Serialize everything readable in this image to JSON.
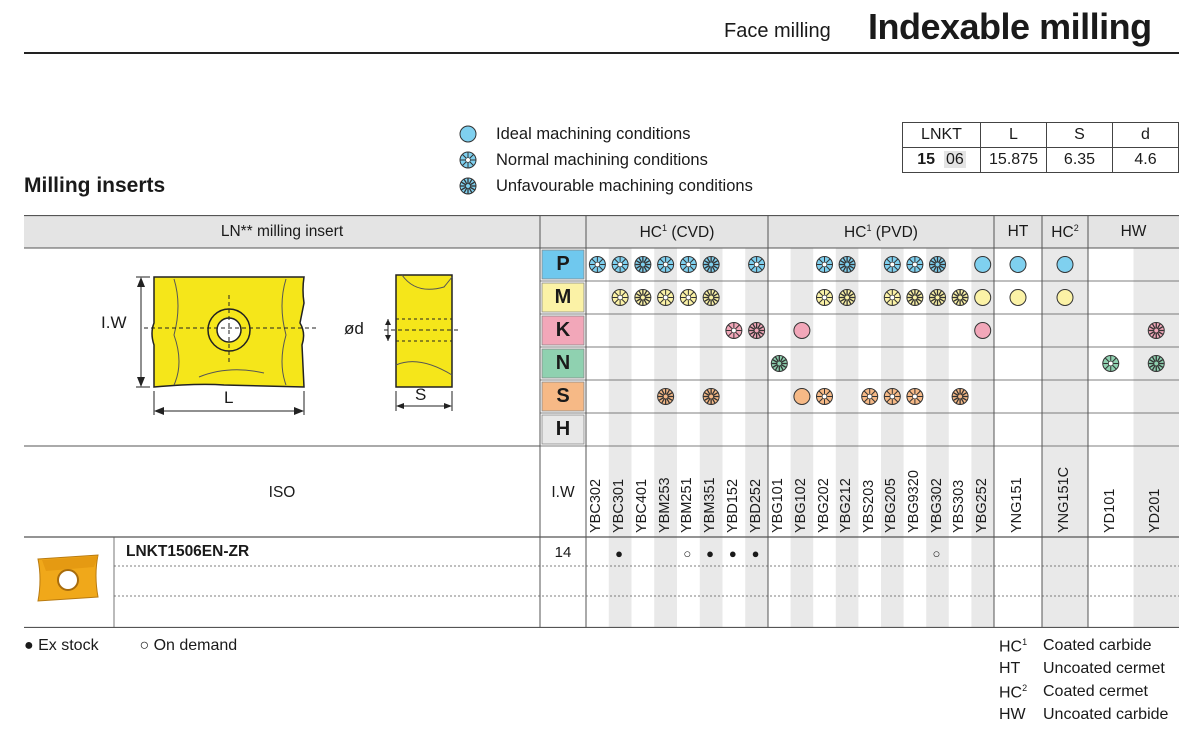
{
  "header": {
    "subtitle": "Face milling",
    "title": "Indexable milling"
  },
  "section_title": "Milling inserts",
  "legend": [
    {
      "icon": "ideal-circle-icon",
      "label": "Ideal machining conditions",
      "color": "#7fd0ef"
    },
    {
      "icon": "normal-flower-icon",
      "label": "Normal machining conditions",
      "color": "#7fd0ef"
    },
    {
      "icon": "unfavourable-flower-icon",
      "label": "Unfavourable machining conditions",
      "color": "#7fd0ef"
    }
  ],
  "dimension_table": {
    "headers": [
      "LNKT",
      "L",
      "S",
      "d"
    ],
    "size_bold": "15",
    "size_rest": "06",
    "values": [
      "15.875",
      "6.35",
      "4.6"
    ]
  },
  "insert_header": "LN** milling insert",
  "drawing_labels": {
    "iw": "I.W",
    "l": "L",
    "d": "ød",
    "s": "S"
  },
  "groups": [
    {
      "label": "HC",
      "sup": "1",
      "rest": " (CVD)"
    },
    {
      "label": "HC",
      "sup": "1",
      "rest": " (PVD)"
    },
    {
      "label": "HT",
      "sup": "",
      "rest": ""
    },
    {
      "label": "HC",
      "sup": "2",
      "rest": ""
    },
    {
      "label": "HW",
      "sup": "",
      "rest": ""
    }
  ],
  "materials": [
    {
      "letter": "P",
      "color": "#6fc8ee"
    },
    {
      "letter": "M",
      "color": "#fbf2a6"
    },
    {
      "letter": "K",
      "color": "#f2a7b9"
    },
    {
      "letter": "N",
      "color": "#8fd1b0"
    },
    {
      "letter": "S",
      "color": "#f6b986"
    },
    {
      "letter": "H",
      "color": "#e8e8e8"
    }
  ],
  "grades": [
    "YBC302",
    "YBC301",
    "YBC401",
    "YBM253",
    "YBM251",
    "YBM351",
    "YBD152",
    "YBD252",
    "YBG101",
    "YBG102",
    "YBG202",
    "YBG212",
    "YBS203",
    "YBG205",
    "YBG9320",
    "YBG302",
    "YBS303",
    "YBG252",
    "YNG151",
    "YNG151C",
    "YD101",
    "YD201"
  ],
  "suitability": {
    "P": [
      "n",
      "n",
      "u",
      "n",
      "n",
      "u",
      "",
      "n",
      "",
      "",
      "n",
      "u",
      "",
      "n",
      "n",
      "u",
      "",
      "i",
      "i",
      "i",
      "",
      ""
    ],
    "M": [
      "",
      "n",
      "u",
      "n",
      "n",
      "u",
      "",
      "",
      "",
      "",
      "n",
      "u",
      "",
      "n",
      "u",
      "u",
      "u",
      "i",
      "i",
      "i",
      "",
      ""
    ],
    "K": [
      "",
      "",
      "",
      "",
      "",
      "",
      "n",
      "u",
      "",
      "i",
      "",
      "",
      "",
      "",
      "",
      "",
      "",
      "i",
      "",
      "",
      "",
      "u"
    ],
    "N": [
      "",
      "",
      "",
      "",
      "",
      "",
      "",
      "",
      "u",
      "",
      "",
      "",
      "",
      "",
      "",
      "",
      "",
      "",
      "",
      "",
      "n",
      "u"
    ],
    "S": [
      "",
      "",
      "",
      "u",
      "",
      "u",
      "",
      "",
      "",
      "i",
      "n",
      "",
      "n",
      "n",
      "n",
      "",
      "u",
      "",
      "",
      "",
      "",
      ""
    ]
  },
  "iso_header": "ISO",
  "iw_header": "I.W",
  "rows": [
    {
      "code": "LNKT1506EN-ZR",
      "iw": "14",
      "avail": [
        "",
        "●",
        "",
        "",
        "○",
        "●",
        "●",
        "●",
        "",
        "",
        "",
        "",
        "",
        "",
        "",
        "○",
        "",
        "",
        "",
        "",
        "",
        ""
      ]
    }
  ],
  "footer": {
    "ex_stock": "● Ex stock",
    "on_demand": "○ On demand"
  },
  "glossary": [
    {
      "code": "HC",
      "sup": "1",
      "desc": "Coated carbide"
    },
    {
      "code": "HT",
      "sup": "",
      "desc": "Uncoated cermet"
    },
    {
      "code": "HC",
      "sup": "2",
      "desc": "Coated cermet"
    },
    {
      "code": "HW",
      "sup": "",
      "desc": "Uncoated carbide"
    }
  ]
}
